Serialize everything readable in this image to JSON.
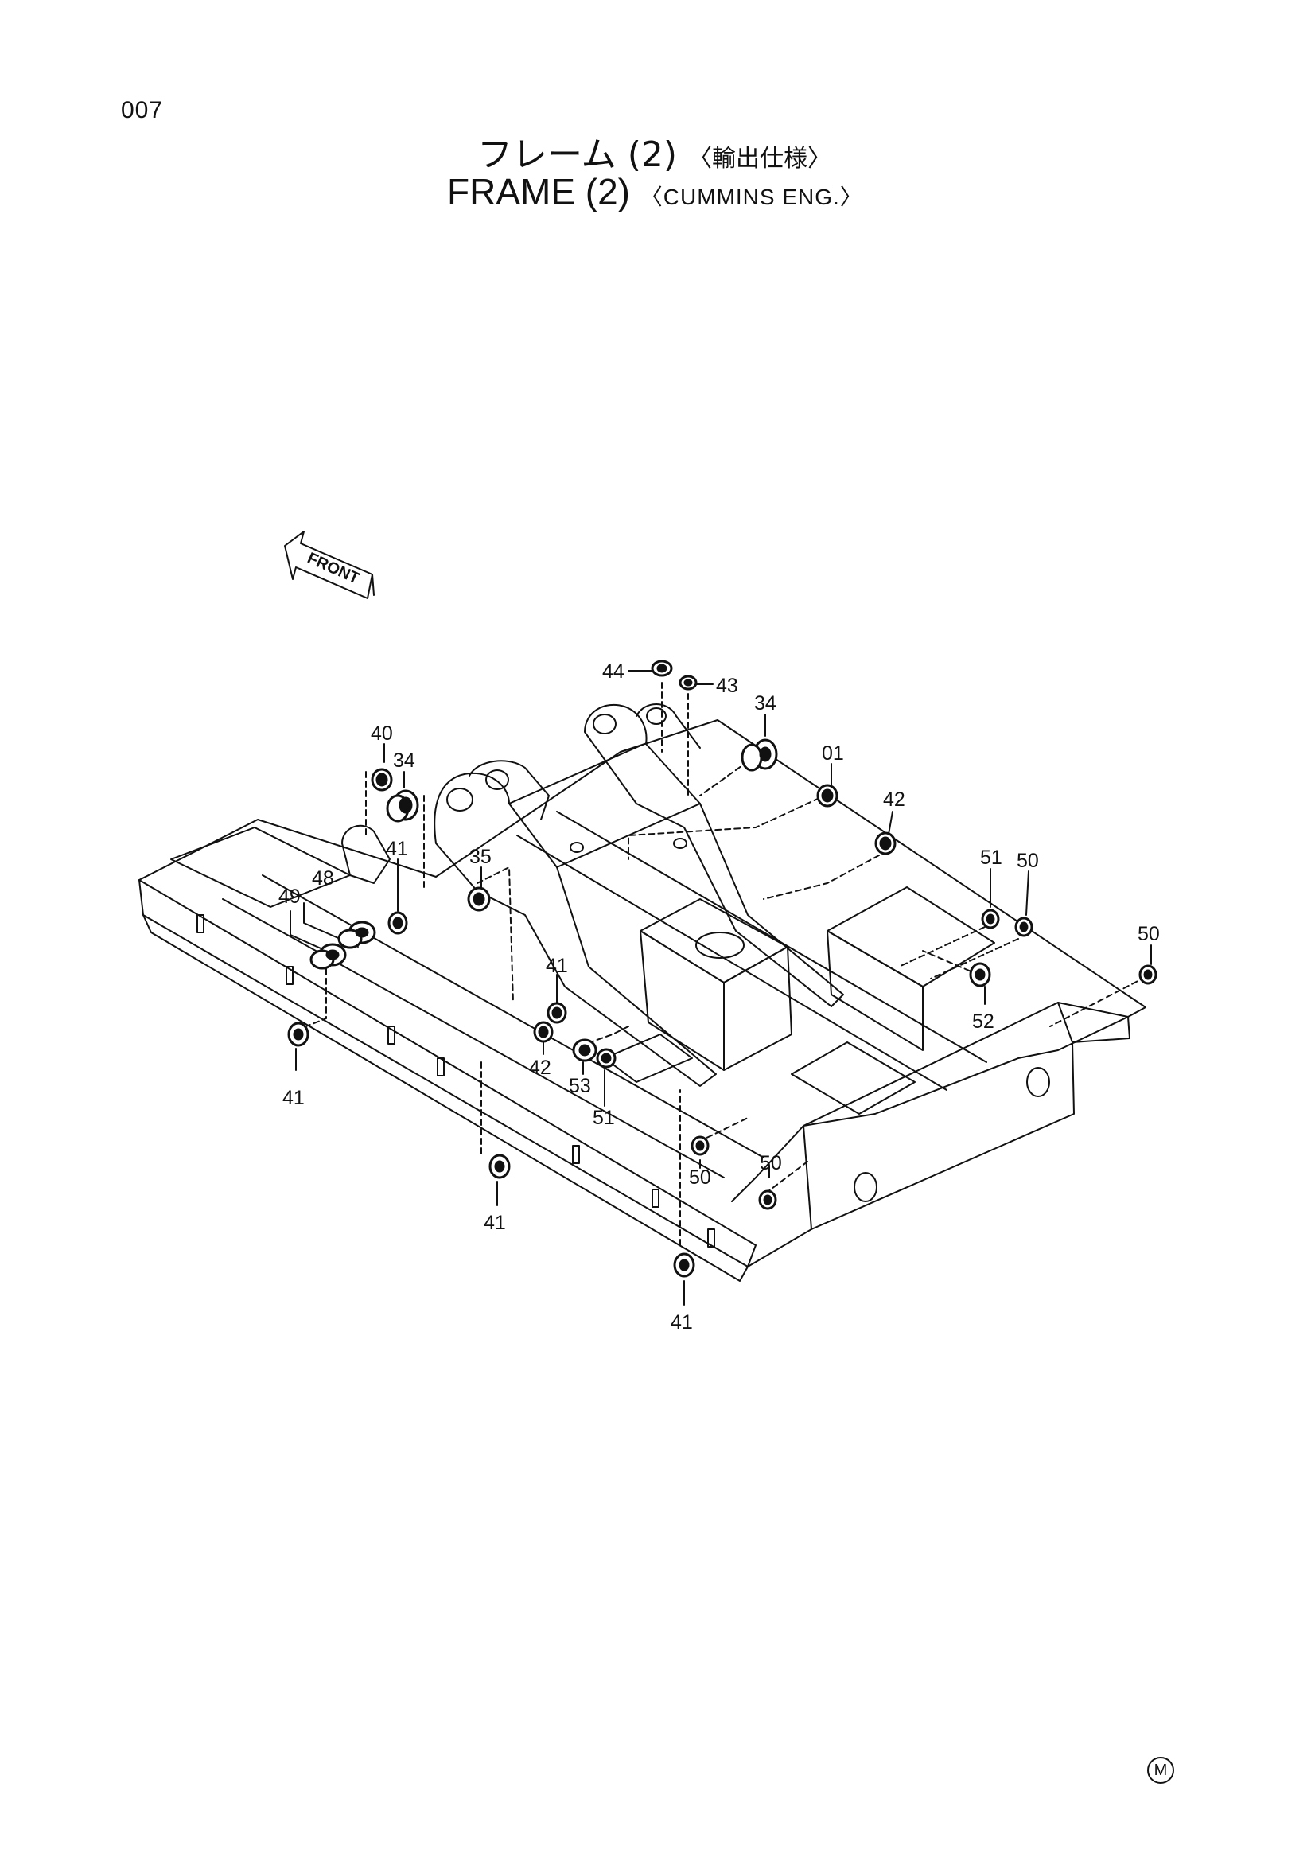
{
  "header": {
    "page_number": "007",
    "title_jp": "フレーム",
    "title_jp_num": "(2)",
    "title_jp_sub": "〈輸出仕様〉",
    "title_en": "FRAME",
    "title_en_num": "(2)",
    "title_en_sub": "〈CUMMINS ENG.〉"
  },
  "diagram": {
    "front_label": "FRONT",
    "callouts": {
      "c44": "44",
      "c43": "43",
      "c34a": "34",
      "c01": "01",
      "c42a": "42",
      "c40": "40",
      "c34b": "34",
      "c41a": "41",
      "c35": "35",
      "c48": "48",
      "c49": "49",
      "c51a": "51",
      "c50a": "50",
      "c50b": "50",
      "c52": "52",
      "c41b": "41",
      "c41c": "41",
      "c42b": "42",
      "c53": "53",
      "c51b": "51",
      "c50c": "50",
      "c50d": "50",
      "c41d": "41",
      "c41e": "41"
    }
  },
  "footer": {
    "mark": "M"
  }
}
